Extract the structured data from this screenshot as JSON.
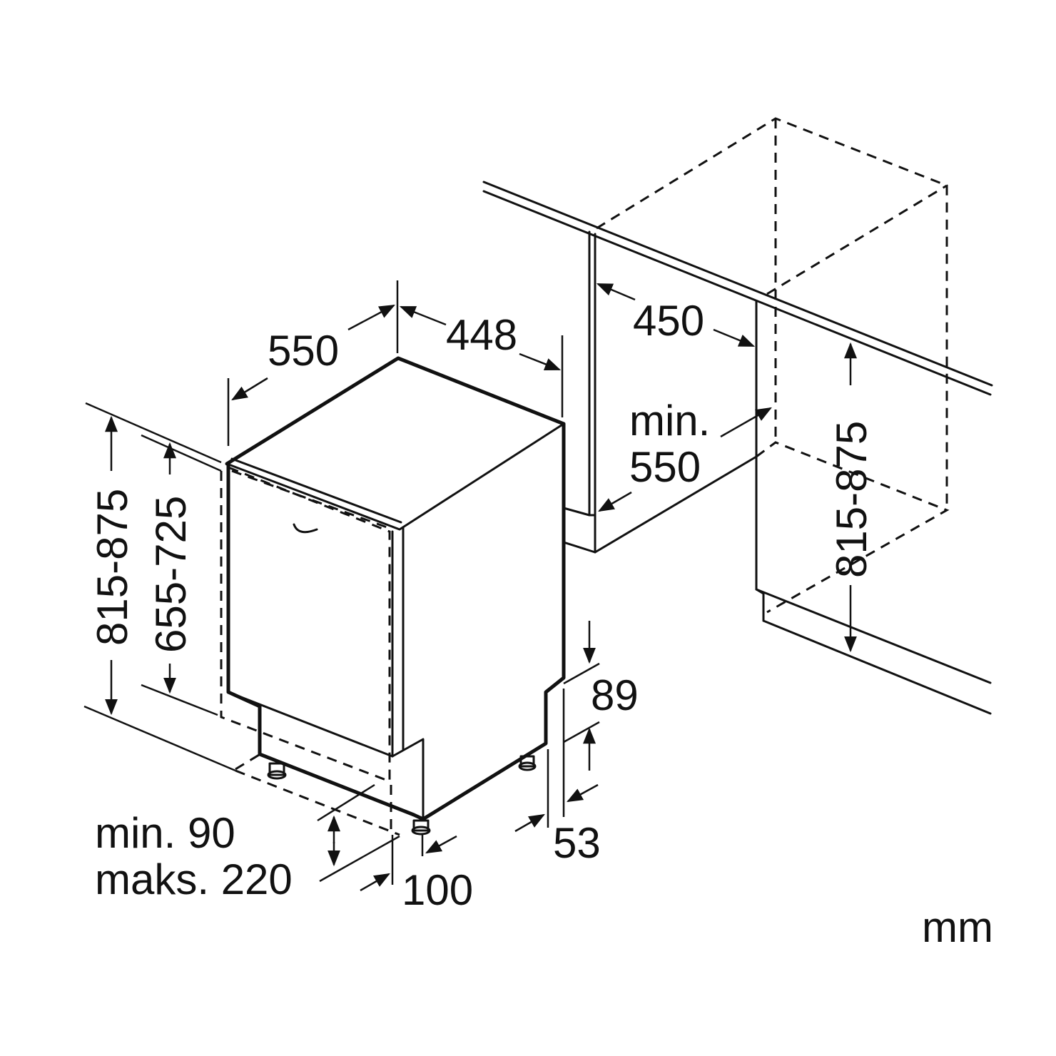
{
  "diagram": {
    "labels": {
      "depth_550": "550",
      "width_448": "448",
      "niche_width_450": "450",
      "niche_depth_min": "min.",
      "niche_depth_550": "550",
      "height_left": "815-875",
      "height_door": "655-725",
      "height_right": "815-875",
      "dim_89": "89",
      "dim_53": "53",
      "plinth_min": "min. 90",
      "plinth_max": "maks. 220",
      "dim_100": "100",
      "unit": "mm"
    },
    "colors": {
      "line": "#111111",
      "background": "#ffffff"
    }
  }
}
